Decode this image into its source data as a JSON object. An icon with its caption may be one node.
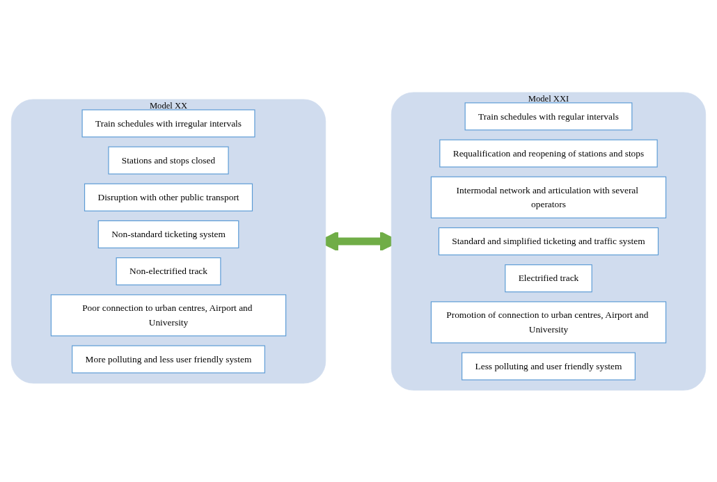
{
  "diagram": {
    "nodes": [
      {
        "text": [
          "Model XX"
        ]
      },
      {
        "text": [
          "Train schedules with irregular intervals"
        ],
        "in": 0
      },
      {
        "text": [
          "Stations and stops closed"
        ],
        "in": 0
      },
      {
        "text": [
          "Disruption with other public transport"
        ],
        "in": 0
      },
      {
        "text": [
          "Non-standard ticketing system"
        ],
        "in": 0
      },
      {
        "text": [
          "Non-electrified track"
        ],
        "in": 0
      },
      {
        "text": [
          "Poor connection to urban centres, Airport and University"
        ],
        "in": 0
      },
      {
        "text": [
          "More polluting and less user friendly system"
        ],
        "in": 0
      },
      {
        "text": [
          "Model XXI"
        ]
      },
      {
        "text": [
          "Train schedules with regular intervals"
        ],
        "in": 8
      },
      {
        "text": [
          "Requalification and reopening of stations and stops"
        ],
        "in": 8
      },
      {
        "text": [
          "Intermodal network and articulation with several operators"
        ],
        "in": 8
      },
      {
        "text": [
          "Standard and simplified ticketing and traffic system"
        ],
        "in": 8
      },
      {
        "text": [
          "Electrified track"
        ],
        "in": 8
      },
      {
        "text": [
          "Promotion of connection to urban centres, Airport and University"
        ],
        "in": 8
      },
      {
        "text": [
          "Less polluting and user friendly system"
        ],
        "in": 8
      }
    ],
    "edges": [
      {
        "from": 0,
        "to": 8,
        "arrow": "both",
        "color": "#70ad47"
      }
    ]
  }
}
